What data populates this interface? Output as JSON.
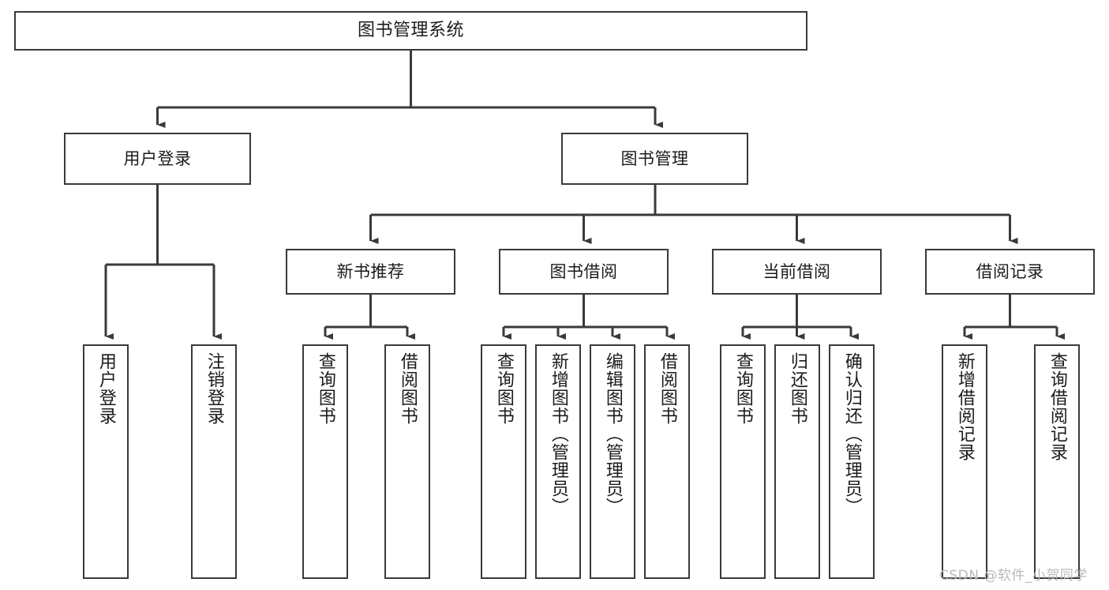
{
  "diagram": {
    "title": "图书管理系统",
    "type": "tree",
    "watermark": "CSDN @软件_小贺同学",
    "colors": {
      "stroke": "#3a3a3a",
      "text": "#1b1b1b",
      "background": "#ffffff",
      "watermark": "#b9b9b9"
    },
    "nodes": {
      "root": {
        "label": "图书管理系统"
      },
      "level2": [
        {
          "label": "用户登录"
        },
        {
          "label": "图书管理"
        }
      ],
      "level3": [
        {
          "label": "新书推荐"
        },
        {
          "label": "图书借阅"
        },
        {
          "label": "当前借阅"
        },
        {
          "label": "借阅记录"
        }
      ],
      "leaves": {
        "user_login": [
          {
            "label": "用户登录"
          },
          {
            "label": "注销登录"
          }
        ],
        "new_book": [
          {
            "label": "查询图书"
          },
          {
            "label": "借阅图书"
          }
        ],
        "book_borrow": [
          {
            "label": "查询图书"
          },
          {
            "label": "新增图书（管理员）"
          },
          {
            "label": "编辑图书（管理员）"
          },
          {
            "label": "借阅图书"
          }
        ],
        "current_borrow": [
          {
            "label": "查询图书"
          },
          {
            "label": "归还图书"
          },
          {
            "label": "确认归还（管理员）"
          }
        ],
        "borrow_record": [
          {
            "label": "新增借阅记录"
          },
          {
            "label": "查询借阅记录"
          }
        ]
      }
    }
  }
}
